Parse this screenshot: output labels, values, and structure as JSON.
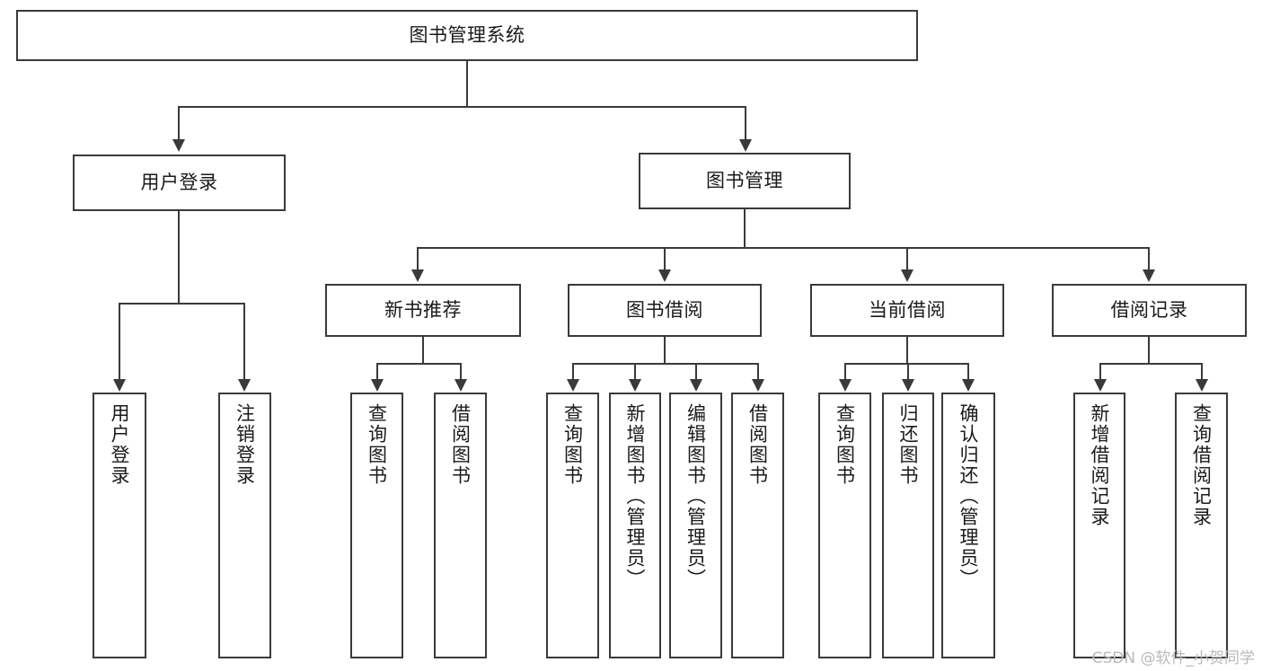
{
  "diagram": {
    "type": "tree-hierarchy",
    "title": "图书管理系统",
    "root": {
      "id": "root",
      "label": "图书管理系统"
    },
    "level2": [
      {
        "id": "user-login",
        "label": "用户登录"
      },
      {
        "id": "book-manage",
        "label": "图书管理"
      }
    ],
    "level3": [
      {
        "id": "new-book-recommend",
        "label": "新书推荐",
        "parent": "book-manage"
      },
      {
        "id": "book-borrow",
        "label": "图书借阅",
        "parent": "book-manage"
      },
      {
        "id": "current-borrow",
        "label": "当前借阅",
        "parent": "book-manage"
      },
      {
        "id": "borrow-record",
        "label": "借阅记录",
        "parent": "book-manage"
      }
    ],
    "leaves": [
      {
        "id": "leaf-user-login",
        "label": "用户登录",
        "parent": "user-login"
      },
      {
        "id": "leaf-logout",
        "label": "注销登录",
        "parent": "user-login"
      },
      {
        "id": "leaf-query-book-1",
        "label": "查询图书",
        "parent": "new-book-recommend"
      },
      {
        "id": "leaf-borrow-book-1",
        "label": "借阅图书",
        "parent": "new-book-recommend"
      },
      {
        "id": "leaf-query-book-2",
        "label": "查询图书",
        "parent": "book-borrow"
      },
      {
        "id": "leaf-add-book",
        "label": "新增图书（管理员）",
        "parent": "book-borrow"
      },
      {
        "id": "leaf-edit-book",
        "label": "编辑图书（管理员）",
        "parent": "book-borrow"
      },
      {
        "id": "leaf-borrow-book-2",
        "label": "借阅图书",
        "parent": "book-borrow"
      },
      {
        "id": "leaf-query-book-3",
        "label": "查询图书",
        "parent": "current-borrow"
      },
      {
        "id": "leaf-return-book",
        "label": "归还图书",
        "parent": "current-borrow"
      },
      {
        "id": "leaf-confirm-return",
        "label": "确认归还（管理员）",
        "parent": "current-borrow"
      },
      {
        "id": "leaf-add-record",
        "label": "新增借阅记录",
        "parent": "borrow-record"
      },
      {
        "id": "leaf-query-record",
        "label": "查询借阅记录",
        "parent": "borrow-record"
      }
    ]
  },
  "watermark": {
    "text": "CSDN @软件_小贺同学"
  },
  "colors": {
    "stroke": "#3a3a3a",
    "background": "#ffffff",
    "text": "#1a1a1a",
    "watermark": "#b9b9b9"
  }
}
